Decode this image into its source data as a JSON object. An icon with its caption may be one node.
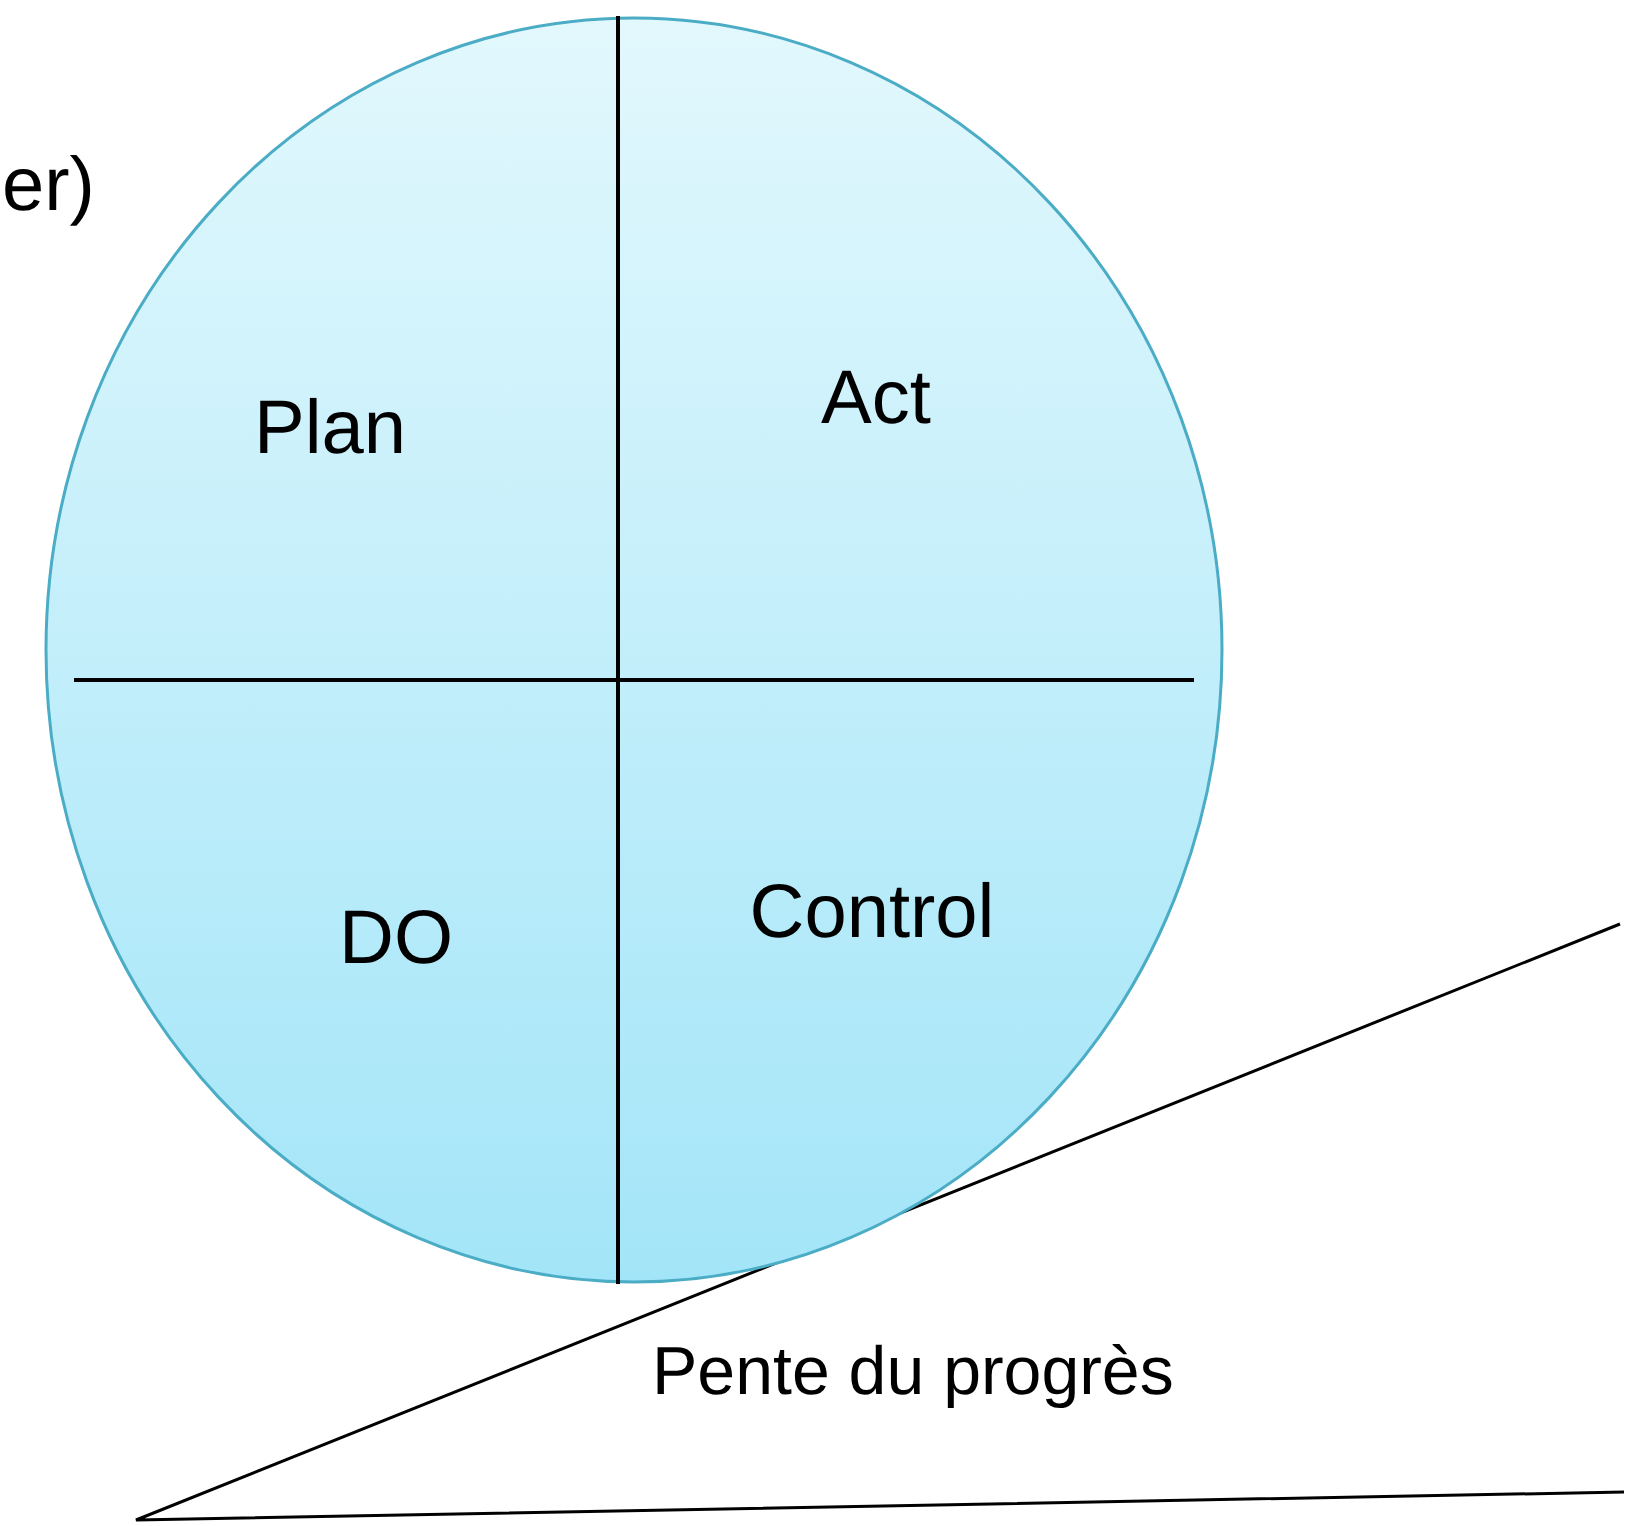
{
  "diagram": {
    "nodes": [
      {
        "text": [],
        "shape": "circle"
      },
      {
        "text": [
          "Plan"
        ],
        "in": 0
      },
      {
        "text": [
          "Act"
        ],
        "in": 0
      },
      {
        "text": [
          "DO"
        ],
        "in": 0
      },
      {
        "text": [
          "Control"
        ],
        "in": 0
      }
    ],
    "labels": [
      "er)",
      "Pente du progrès"
    ]
  }
}
